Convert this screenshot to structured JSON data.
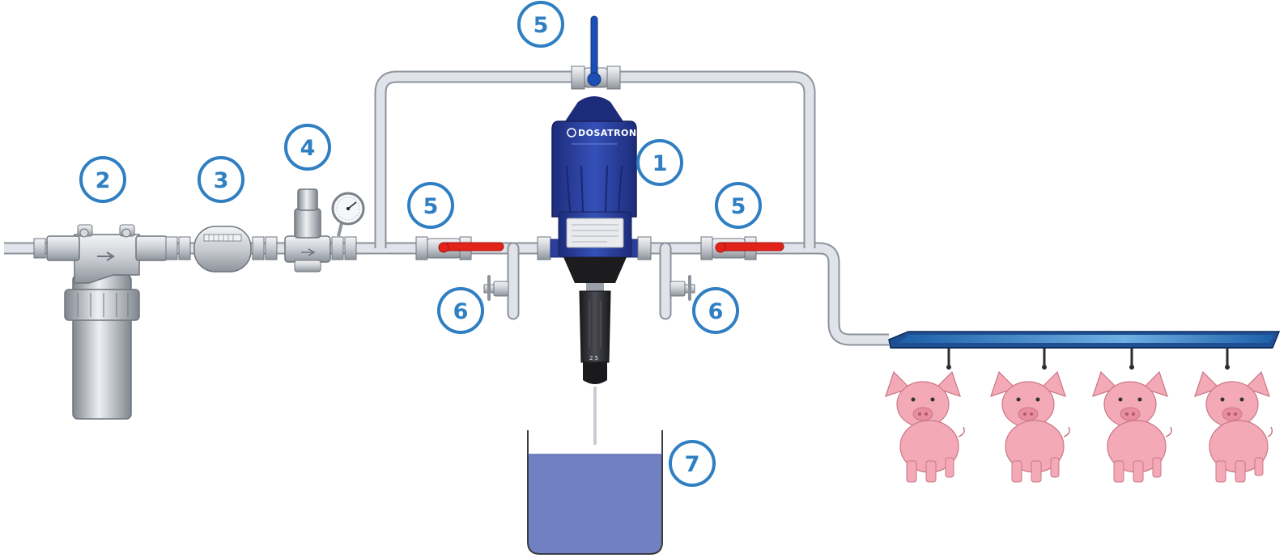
{
  "callouts": [
    {
      "id": "dosatron",
      "label": "1"
    },
    {
      "id": "filter",
      "label": "2"
    },
    {
      "id": "water-meter",
      "label": "3"
    },
    {
      "id": "pressure-regulator",
      "label": "4"
    },
    {
      "id": "bypass-valve",
      "label": "5"
    },
    {
      "id": "inlet-valve",
      "label": "5"
    },
    {
      "id": "outlet-valve",
      "label": "5"
    },
    {
      "id": "inlet-drain",
      "label": "6"
    },
    {
      "id": "outlet-drain",
      "label": "6"
    },
    {
      "id": "solution-tank",
      "label": "7"
    }
  ],
  "dosatron": {
    "brand": "DOSATRON",
    "dial_marks": "2 5"
  },
  "colors": {
    "callout": "#2f7fc2",
    "pipe": "#dfe3ea",
    "pipe_outline": "#8c939b",
    "dosatron_body": "#2b3f9a",
    "valve_handle": "#e2231a",
    "bypass_handle": "#1c4fb5",
    "tank_liquid": "#7180c0",
    "trough": "#2f7fc2",
    "pig": "#f4aab6"
  },
  "icons": {
    "pig": "pig-icon",
    "gauge": "pressure-gauge-icon",
    "flow_arrow": "flow-arrow-icon"
  }
}
